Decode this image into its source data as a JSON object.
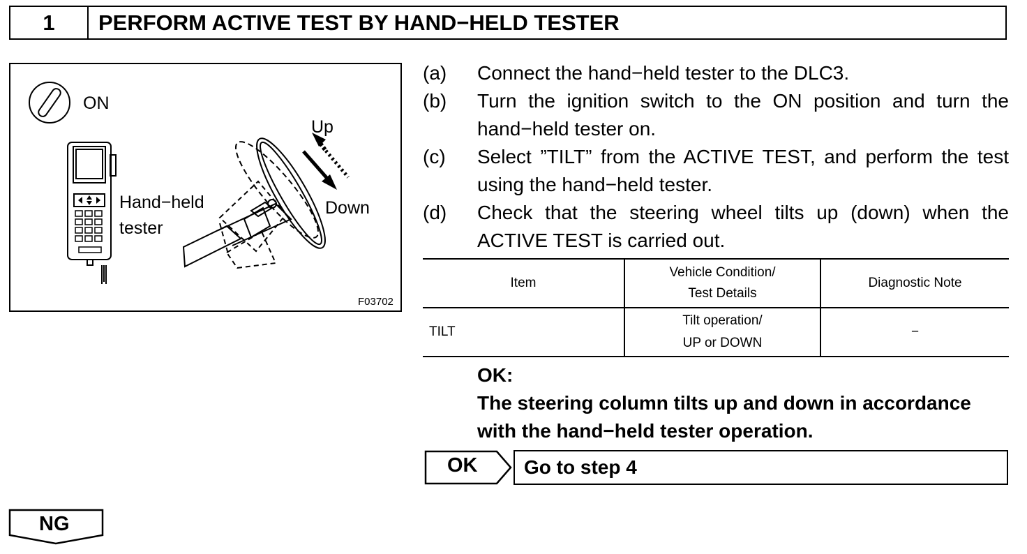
{
  "header": {
    "step_number": "1",
    "title": "PERFORM ACTIVE TEST BY HAND−HELD TESTER"
  },
  "figure": {
    "ignition_label": "ON",
    "tester_label_line1": "Hand−held",
    "tester_label_line2": "tester",
    "up_label": "Up",
    "down_label": "Down",
    "figure_code": "F03702",
    "icons": [
      "ignition-switch-icon",
      "hand-held-tester-icon",
      "steering-column-icon",
      "up-arrow-icon",
      "down-arrow-icon"
    ]
  },
  "instructions": [
    {
      "letter": "(a)",
      "text": "Connect the hand−held tester to the DLC3."
    },
    {
      "letter": "(b)",
      "text": "Turn the ignition switch to the ON position and turn the hand−held tester on."
    },
    {
      "letter": "(c)",
      "text": "Select ”TILT” from the ACTIVE TEST, and perform the test using the hand−held tester."
    },
    {
      "letter": "(d)",
      "text": "Check that the steering wheel tilts up (down) when the ACTIVE TEST is carried out."
    }
  ],
  "table": {
    "headers": [
      "Item",
      "Vehicle Condition/",
      "Test Details",
      "Diagnostic Note"
    ],
    "rows": [
      {
        "item": "TILT",
        "condition_line1": "Tilt operation/",
        "condition_line2": "UP or DOWN",
        "note": "−"
      }
    ]
  },
  "result": {
    "ok_label": "OK:",
    "ok_text": "The steering column tilts up and down in accordance with the hand−held tester operation."
  },
  "flow": {
    "ok_button": "OK",
    "ok_target": "Go to step 4",
    "ng_button": "NG"
  }
}
